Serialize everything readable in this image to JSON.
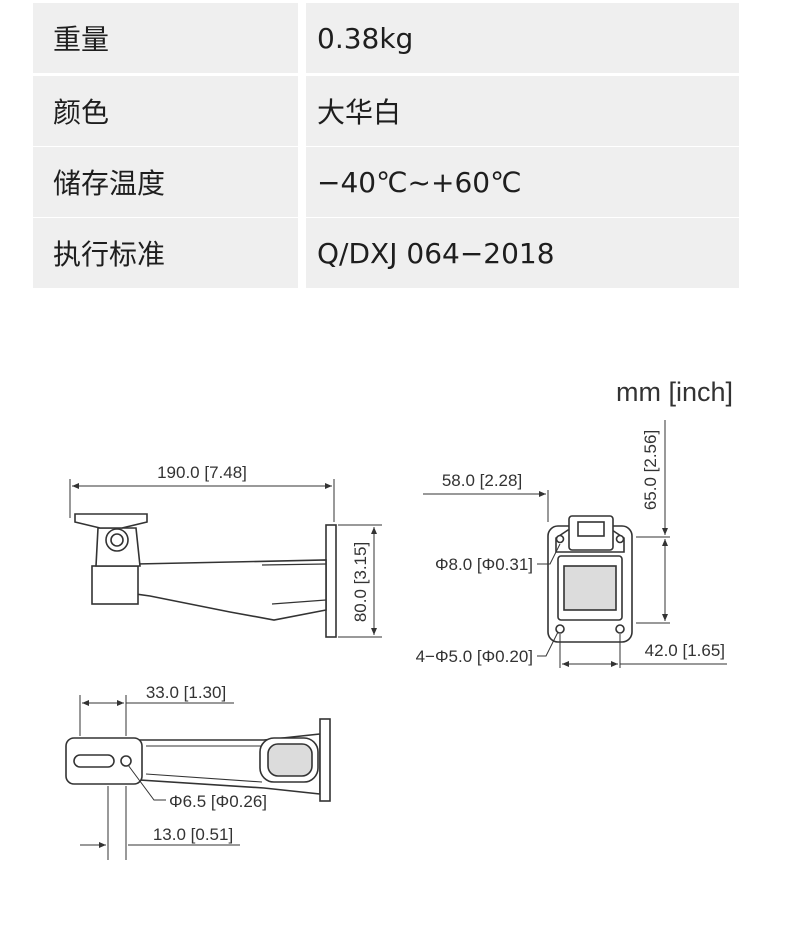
{
  "specs": [
    {
      "label": "重量",
      "value": "0.38kg"
    },
    {
      "label": "颜色",
      "value": "大华白"
    },
    {
      "label": "储存温度",
      "value": "−40℃~+60℃"
    },
    {
      "label": "执行标准",
      "value": "Q/DXJ 064−2018"
    }
  ],
  "drawing": {
    "unit_label": "mm [inch]",
    "dimensions": {
      "length": "190.0 [7.48]",
      "height": "80.0 [3.15]",
      "plate_width": "58.0 [2.28]",
      "plate_height": "65.0 [2.56]",
      "center_hole": "Φ8.0 [Φ0.31]",
      "mount_holes": "4−Φ5.0 [Φ0.20]",
      "hole_spacing": "42.0 [1.65]",
      "base_width": "33.0 [1.30]",
      "slot_hole": "Φ6.5 [Φ0.26]",
      "hole_offset": "13.0 [0.51]"
    }
  }
}
